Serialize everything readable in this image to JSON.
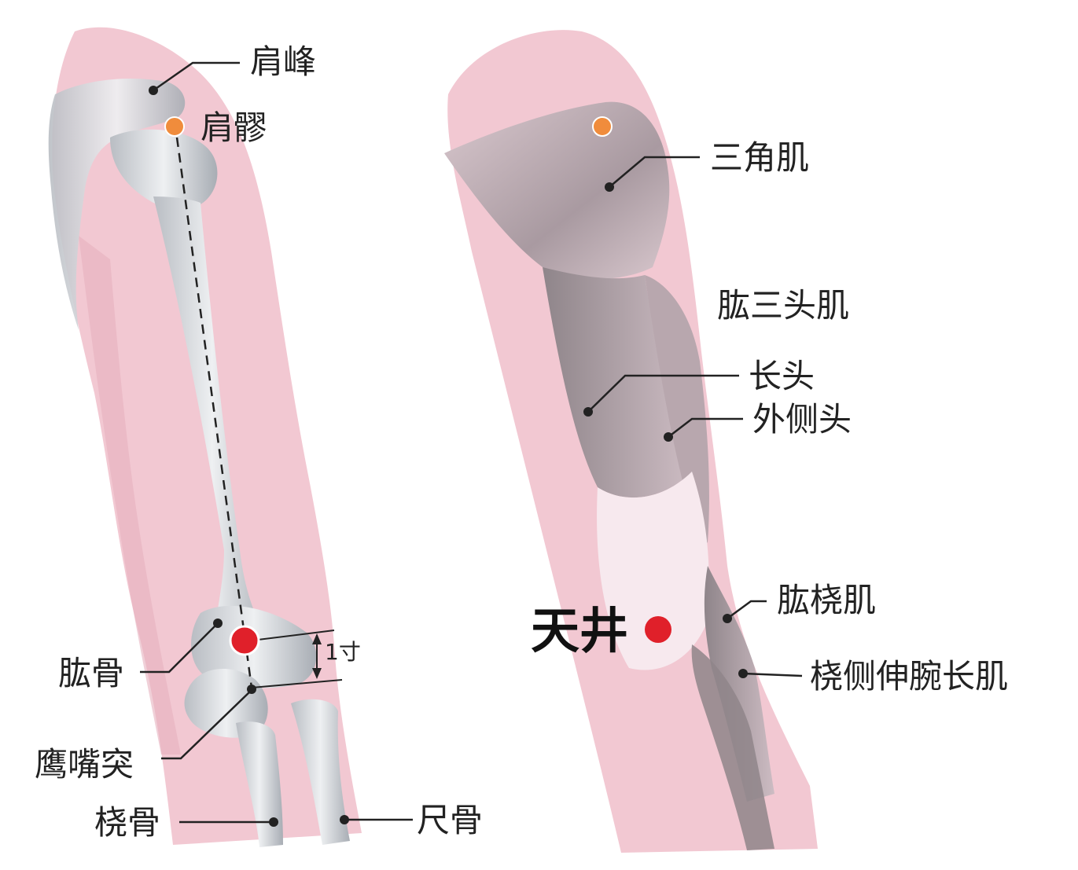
{
  "colors": {
    "skin": "#f2c8d2",
    "skin_dark": "#e9b3c1",
    "bone": "#d7dade",
    "muscle": "#c9b3bb",
    "leader": "#222222",
    "point_main": "#e0202a",
    "point_secondary": "#f08c3c"
  },
  "left_figure": {
    "labels": {
      "acromion": "肩峰",
      "jianliao": "肩髎",
      "humerus": "肱骨",
      "olecranon": "鹰嘴突",
      "radius": "桡骨",
      "ulna": "尺骨",
      "one_cun": "1寸"
    }
  },
  "right_figure": {
    "labels": {
      "deltoid": "三角肌",
      "triceps": "肱三头肌",
      "long_head": "长头",
      "lateral_head": "外侧头",
      "brachioradialis": "肱桡肌",
      "ecrl": "桡侧伸腕长肌",
      "tianjing": "天井"
    }
  }
}
